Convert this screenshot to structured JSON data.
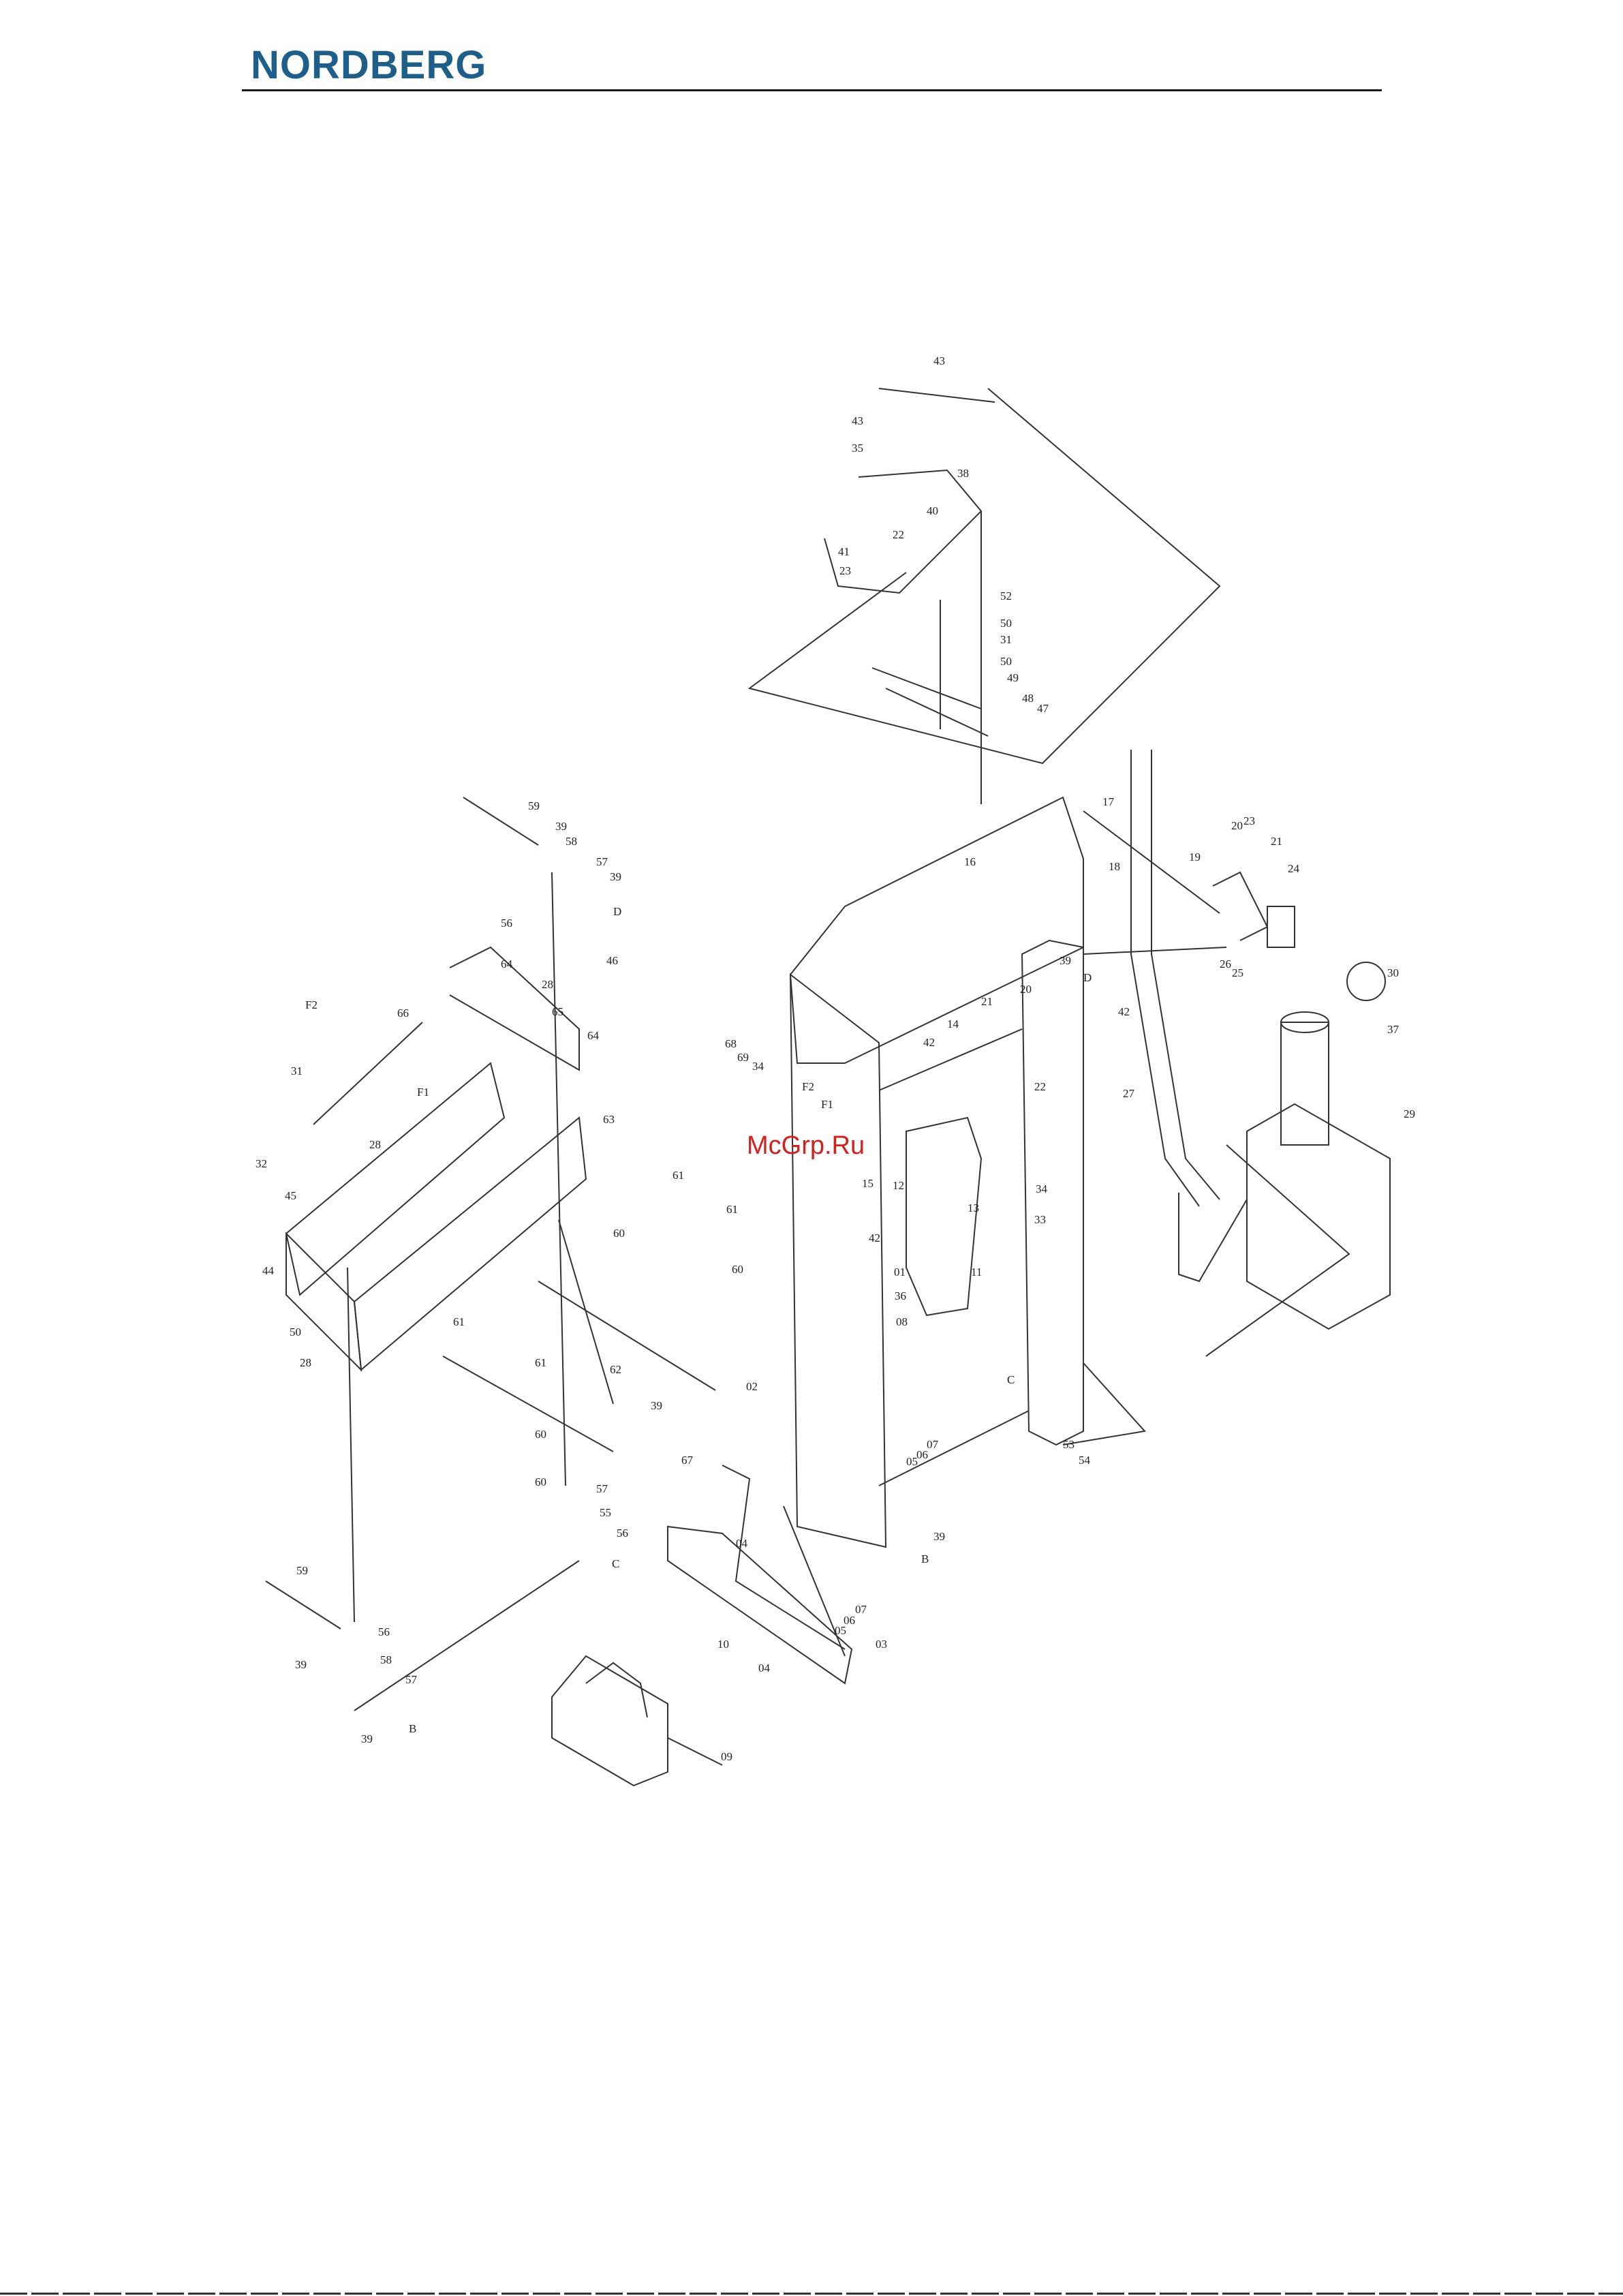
{
  "header": {
    "brand": "NORDBERG"
  },
  "watermark": "McGrp.Ru",
  "colors": {
    "brand": "#1d5f8a",
    "watermark": "#d42020",
    "line": "#333333"
  },
  "callouts": {
    "group_top": [
      "43",
      "43",
      "35",
      "38",
      "40",
      "41",
      "22",
      "23",
      "52",
      "50",
      "31",
      "50",
      "49",
      "48",
      "47"
    ],
    "group_left": [
      "59",
      "39",
      "58",
      "57",
      "39",
      "56",
      "D",
      "46",
      "64",
      "28",
      "65",
      "64",
      "F2",
      "66",
      "31",
      "F1",
      "28",
      "32",
      "45",
      "44",
      "50",
      "28",
      "63",
      "61",
      "61",
      "60",
      "60",
      "62",
      "39",
      "61",
      "61",
      "60",
      "60",
      "57",
      "55",
      "56",
      "C",
      "59",
      "56",
      "39",
      "58",
      "57",
      "39",
      "B"
    ],
    "group_frame": [
      "17",
      "18",
      "19",
      "20",
      "23",
      "21",
      "24",
      "26",
      "25",
      "16",
      "39",
      "D",
      "68",
      "69",
      "34",
      "14",
      "21",
      "20",
      "42",
      "22",
      "F2",
      "F1",
      "42",
      "27",
      "30",
      "37",
      "29",
      "15",
      "12",
      "13",
      "34",
      "33",
      "42",
      "01",
      "11",
      "36",
      "08",
      "02",
      "C",
      "53",
      "54",
      "67",
      "04",
      "05",
      "06",
      "07",
      "39",
      "B",
      "10",
      "04",
      "07",
      "06",
      "05",
      "03",
      "09"
    ]
  }
}
